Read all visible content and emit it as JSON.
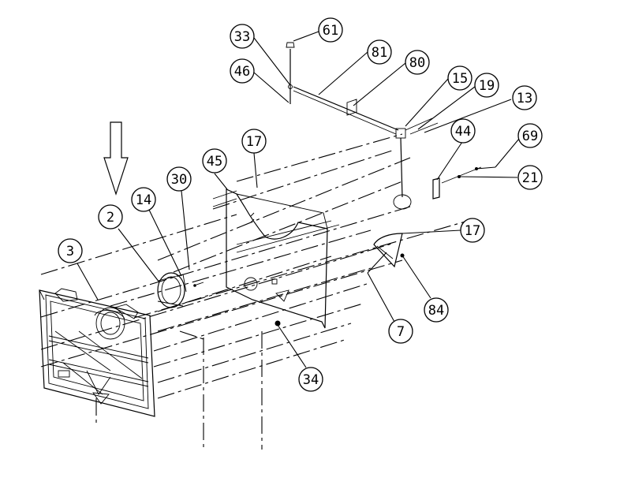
{
  "callouts": [
    {
      "id": "c33",
      "label": "33"
    },
    {
      "id": "c61",
      "label": "61"
    },
    {
      "id": "c46",
      "label": "46"
    },
    {
      "id": "c81",
      "label": "81"
    },
    {
      "id": "c80",
      "label": "80"
    },
    {
      "id": "c15",
      "label": "15"
    },
    {
      "id": "c19",
      "label": "19"
    },
    {
      "id": "c13",
      "label": "13"
    },
    {
      "id": "c17a",
      "label": "17"
    },
    {
      "id": "c44",
      "label": "44"
    },
    {
      "id": "c69",
      "label": "69"
    },
    {
      "id": "c45",
      "label": "45"
    },
    {
      "id": "c21",
      "label": "21"
    },
    {
      "id": "c30",
      "label": "30"
    },
    {
      "id": "c14",
      "label": "14"
    },
    {
      "id": "c2",
      "label": "2"
    },
    {
      "id": "c17b",
      "label": "17"
    },
    {
      "id": "c3",
      "label": "3"
    },
    {
      "id": "c84",
      "label": "84"
    },
    {
      "id": "c7",
      "label": "7"
    },
    {
      "id": "c34",
      "label": "34"
    }
  ]
}
